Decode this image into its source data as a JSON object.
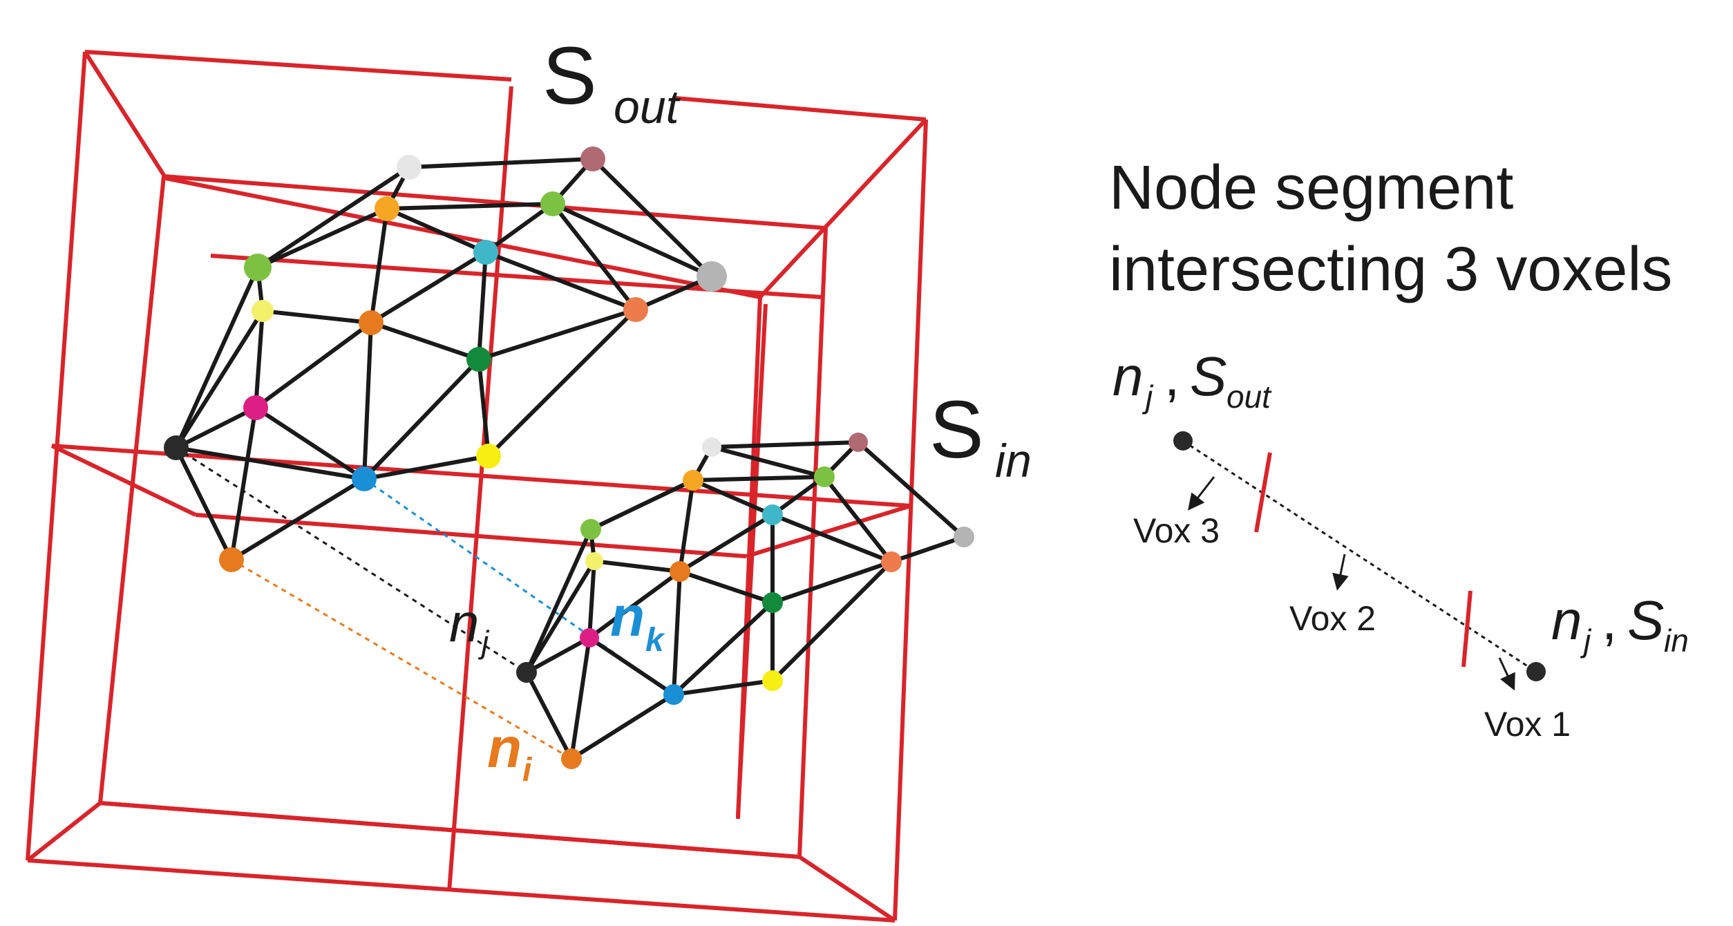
{
  "labels": {
    "s_out_main": "S",
    "s_out_sub": "out",
    "s_in_main": "S",
    "s_in_sub": "in",
    "n_j_main": "n",
    "n_j_sub": "j",
    "n_k_main": "n",
    "n_k_sub": "k",
    "n_i_main": "n",
    "n_i_sub": "i"
  },
  "side_panel": {
    "title_line1": "Node segment",
    "title_line2": "intersecting 3 voxels",
    "start_n": "n",
    "start_n_sub": "j",
    "start_comma": ",",
    "start_s": "S",
    "start_s_sub": "out",
    "end_n": "n",
    "end_n_sub": "j",
    "end_comma": ",",
    "end_s": "S",
    "end_s_sub": "in",
    "vox1": "Vox 1",
    "vox2": "Vox 2",
    "vox3": "Vox 3"
  },
  "colors": {
    "frame_red": "#d9242a",
    "edge_black": "#1a1a1a",
    "n_k_blue": "#1a8fd6",
    "n_i_orange": "#e77a1e",
    "text_black": "#1a1a1a"
  },
  "node_colors": {
    "white": "#e6e6e6",
    "mauve": "#b06a72",
    "orange": "#f5a623",
    "lime": "#7dc142",
    "teal": "#3fb7c9",
    "gray": "#b4b4b4",
    "yellow": "#f3f06b",
    "dark_orange": "#e77a1e",
    "coral": "#ee7b4b",
    "green": "#138a3b",
    "magenta": "#dd1f85",
    "black": "#2a2a2a",
    "blue": "#1a8fd6",
    "bright_yellow": "#f7ee14"
  }
}
